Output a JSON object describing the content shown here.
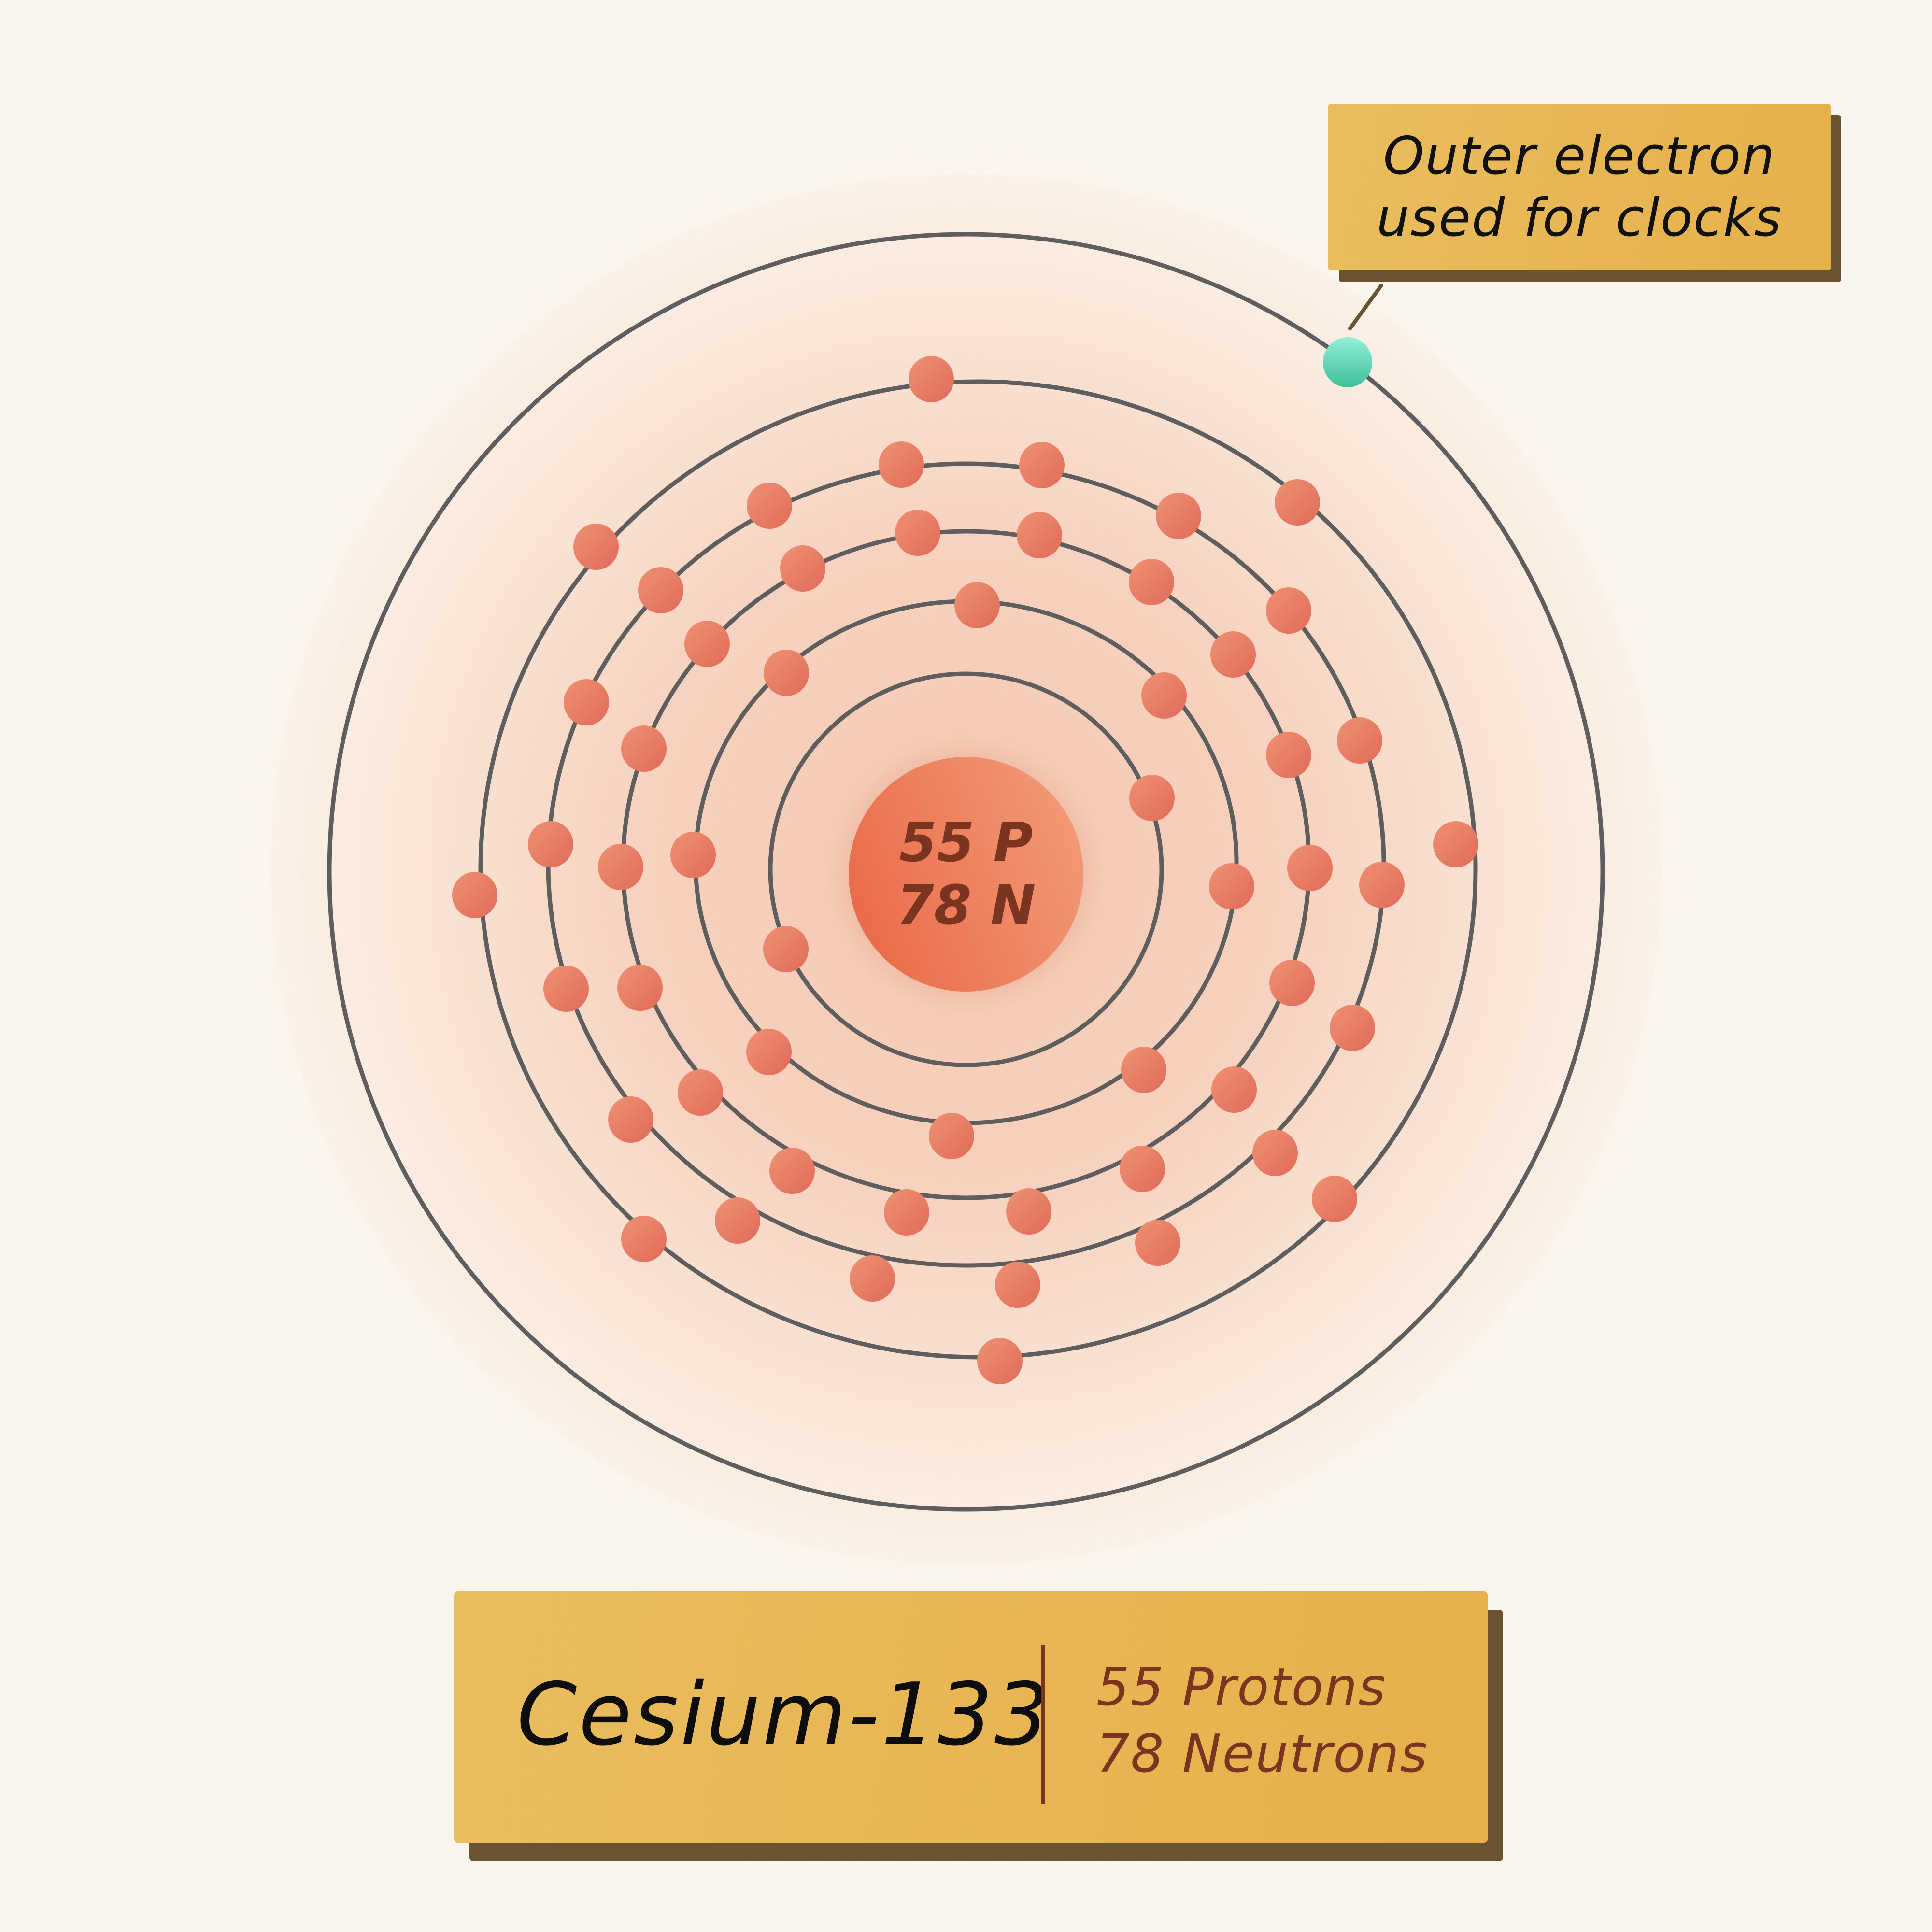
{
  "atom": {
    "element": "Cesium",
    "isotope_label": "Cesium-133",
    "nucleus": {
      "protons_label": "55 P",
      "neutrons_label": "78 N",
      "protons": 55,
      "neutrons": 78
    },
    "shells": [
      {
        "shell": 1,
        "electrons": 2
      },
      {
        "shell": 2,
        "electrons": 8
      },
      {
        "shell": 3,
        "electrons": 18
      },
      {
        "shell": 4,
        "electrons": 18
      },
      {
        "shell": 5,
        "electrons": 8
      },
      {
        "shell": 6,
        "electrons": 1,
        "highlight": true
      }
    ]
  },
  "callout": {
    "line1": "Outer electron",
    "line2": "used for clocks"
  },
  "panel": {
    "title": "Cesium-133",
    "protons_text": "55 Protons",
    "neutrons_text": "78 Neutrons"
  },
  "colors": {
    "background": "#faf5ee",
    "glow": "#f6c8b2",
    "electron": "#e8765f",
    "outer_electron": "#5fd9bb",
    "nucleus": "#ec7250",
    "orbit": "#5e5e5e",
    "label_bg": "#e8b853",
    "label_shadow": "#6b5230",
    "accent_text": "#7a3420"
  }
}
